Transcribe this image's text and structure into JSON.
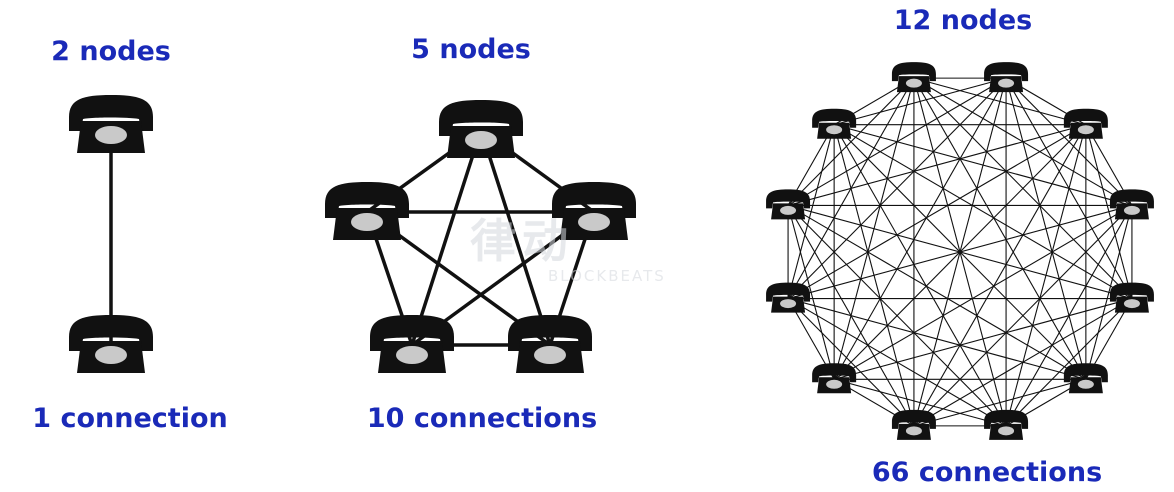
{
  "graphs": [
    {
      "nodes_label": "2 nodes",
      "connections_label": "1 connection"
    },
    {
      "nodes_label": "5 nodes",
      "connections_label": "10 connections"
    },
    {
      "nodes_label": "12 nodes",
      "connections_label": "66 connections"
    }
  ],
  "watermark": {
    "text": "律动",
    "subtext": "BLOCKBEATS"
  },
  "colors": {
    "label": "#1a2ab8",
    "line": "#111111",
    "phone": "#111111",
    "dial": "#c9c9c9"
  },
  "node_icon": "telephone-icon"
}
